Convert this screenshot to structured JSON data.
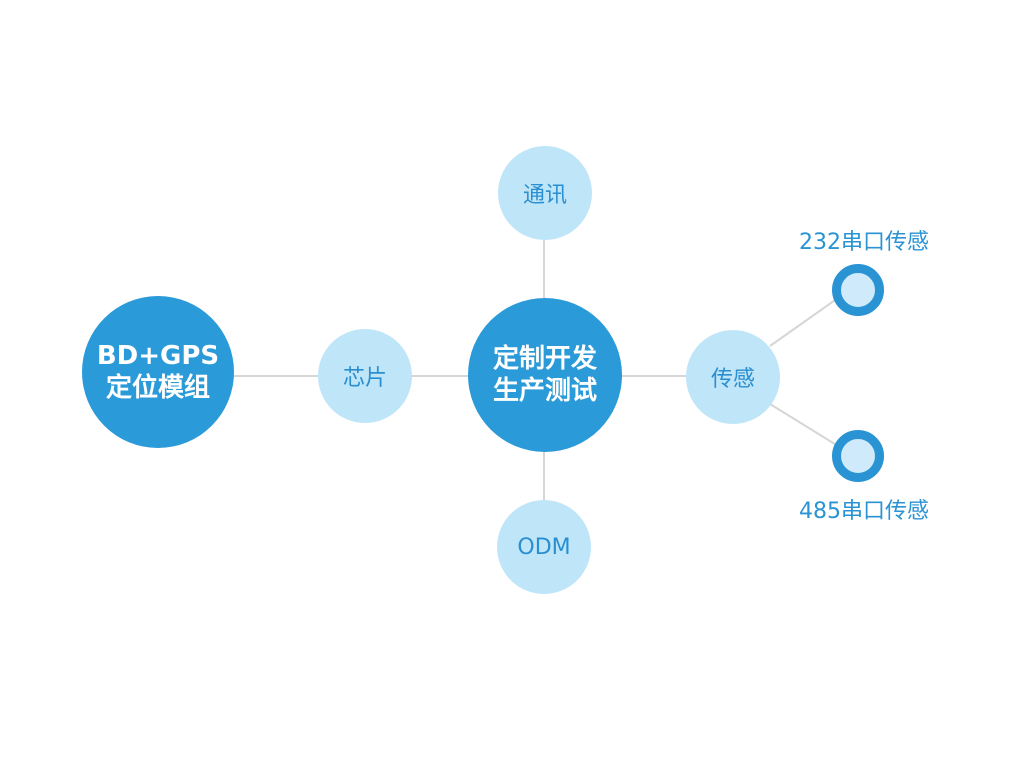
{
  "diagram": {
    "hub": {
      "line1": "定制开发",
      "line2": "生产测试"
    },
    "module": {
      "line1": "BD+GPS",
      "line2": "定位模组"
    },
    "chip": {
      "label": "芯片"
    },
    "comms": {
      "label": "通讯"
    },
    "odm": {
      "label": "ODM"
    },
    "sensor": {
      "label": "传感"
    },
    "sensor_232": {
      "label": "232串口传感"
    },
    "sensor_485": {
      "label": "485串口传感"
    }
  },
  "colors": {
    "dark_node": "#2a9ad8",
    "light_node": "#bfe5f9",
    "ring": "#2a93d4",
    "connector": "#d6d6d6",
    "light_text": "#2a8fd0"
  }
}
